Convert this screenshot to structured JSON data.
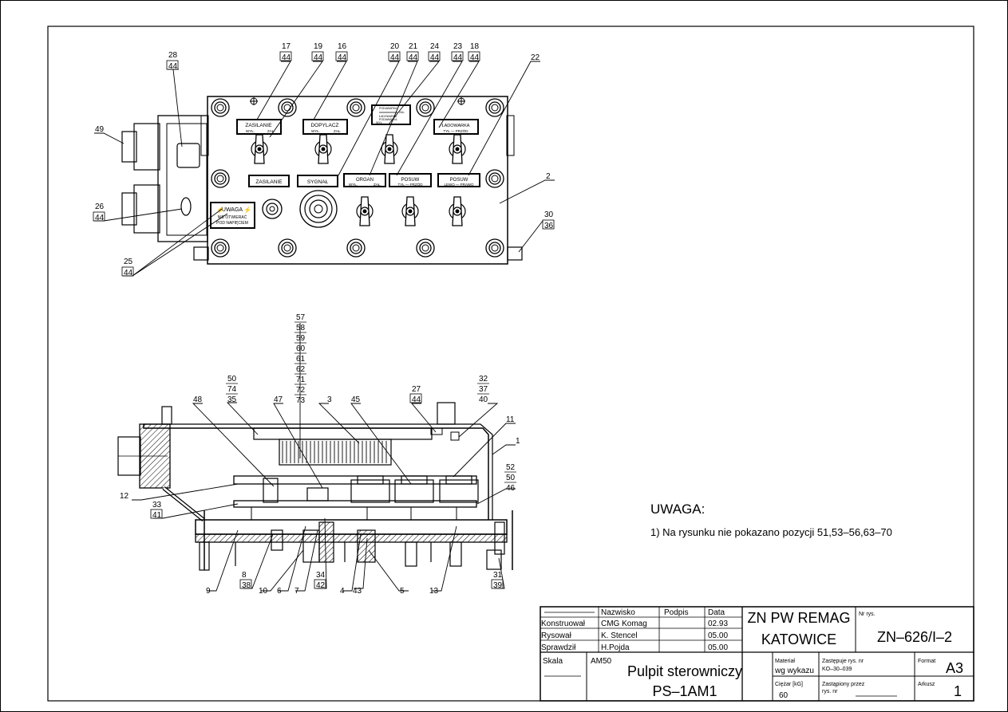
{
  "note": {
    "title": "UWAGA:",
    "text": "1) Na rysunku nie pokazano pozycji 51,53–56,63–70"
  },
  "top_view": {
    "plates": {
      "zasilanie_top": [
        "ZASILANIE",
        "WYŁ.",
        "ZAŁ."
      ],
      "dopylacz": [
        "DOPYLACZ",
        "WYŁ.",
        "ZAŁ."
      ],
      "podawarka": [
        "PODAWARKA",
        "ZAŁ.",
        "ŁADOWARKA",
        "PODAWARKA",
        "WYŁ."
      ],
      "ladowarka": [
        "ŁADOWARKA",
        "TYŁ — PRZÓD"
      ],
      "zasilanie": "ZASILANIE",
      "sygnal": "SYGNAŁ",
      "organ": [
        "ORGAN",
        "WYŁ.",
        "ZAŁ."
      ],
      "posuw1": [
        "POSUW",
        "TYŁ — PRZÓD"
      ],
      "posuw2": [
        "POSUW",
        "LEWO — PRAWO"
      ],
      "uwaga": [
        "UWAGA",
        "NIE OTWIERAĆ",
        "POD NAPIĘCIEM"
      ]
    },
    "labels": {
      "l17": "17",
      "l19": "19",
      "l16": "16",
      "l20": "20",
      "l21": "21",
      "l24": "24",
      "l23": "23",
      "l18": "18",
      "l22": "22",
      "l28": "28",
      "l49": "49",
      "l26": "26",
      "l25": "25",
      "l2": "2",
      "l30": "30",
      "l36": "36",
      "l44": "44"
    }
  },
  "side_view": {
    "labels": {
      "stack": [
        "57",
        "58",
        "59",
        "60",
        "61",
        "62",
        "71",
        "72",
        "73"
      ],
      "l50": "50",
      "l74": "74",
      "l35": "35",
      "l48": "48",
      "l47": "47",
      "l3": "3",
      "l45": "45",
      "l27": "27",
      "l44": "44",
      "l32": "32",
      "l37": "37",
      "l40": "40",
      "l11": "11",
      "l1": "1",
      "l52": "52",
      "l50b": "50",
      "l46": "46",
      "l12": "12",
      "l33": "33",
      "l41": "41",
      "l9": "9",
      "l8": "8",
      "l38": "38",
      "l10": "10",
      "l6": "6",
      "l7": "7",
      "l34": "34",
      "l42": "42",
      "l4": "4",
      "l43": "43",
      "l5": "5",
      "l13": "13",
      "l31": "31",
      "l39": "39"
    }
  },
  "title_block": {
    "h_nazwisko": "Nazwisko",
    "h_podpis": "Podpis",
    "h_data": "Data",
    "konstruowal": "Konstruował",
    "konstruowal_name": "CMG Komag",
    "konstruowal_date": "02.93",
    "rysowal": "Rysował",
    "rysowal_name": "K. Stencel",
    "rysowal_date": "05.00",
    "sprawdzil": "Sprawdził",
    "sprawdzil_name": "H.Pojda",
    "sprawdzil_date": "05.00",
    "company1": "ZN PW REMAG",
    "company2": "KATOWICE",
    "nr_rys_label": "Nr rys.",
    "nr_rys": "ZN–626/I–2",
    "skala": "Skala",
    "am": "AM50",
    "name1": "Pulpit sterowniczy",
    "name2": "PS–1AM1",
    "material_label": "Materiał",
    "material": "wg wykazu",
    "zastepuje_label": "Zastępuje rys. nr",
    "zastepuje": "KO–30–039",
    "ciezar_label": "Ciężar [kG]",
    "ciezar": "60",
    "zastapiony_label": "Zastąpiony przez",
    "zastapiony2": "rys. nr",
    "format_label": "Format",
    "format": "A3",
    "arkusz_label": "Arkusz",
    "arkusz": "1"
  }
}
